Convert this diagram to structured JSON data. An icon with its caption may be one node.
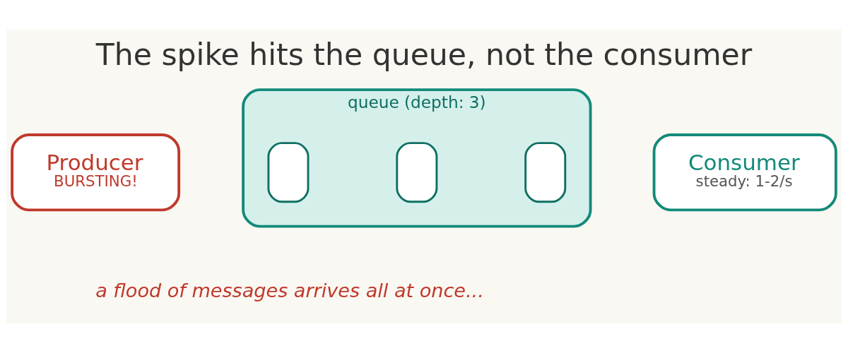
{
  "diagram": {
    "title": "The spike hits the queue, not the consumer",
    "nodes": [
      {
        "text": [
          "Producer",
          "BURSTING!"
        ]
      },
      {
        "text": [
          "queue (depth: 3)"
        ]
      },
      {
        "text": [],
        "shape": "box",
        "in": 1
      },
      {
        "text": [],
        "shape": "box",
        "in": 1
      },
      {
        "text": [],
        "shape": "box",
        "in": 1
      },
      {
        "text": [
          "Consumer",
          "steady: 1-2/s"
        ]
      }
    ],
    "edges": [],
    "labels": [
      "a flood of messages arrives all at once..."
    ]
  }
}
